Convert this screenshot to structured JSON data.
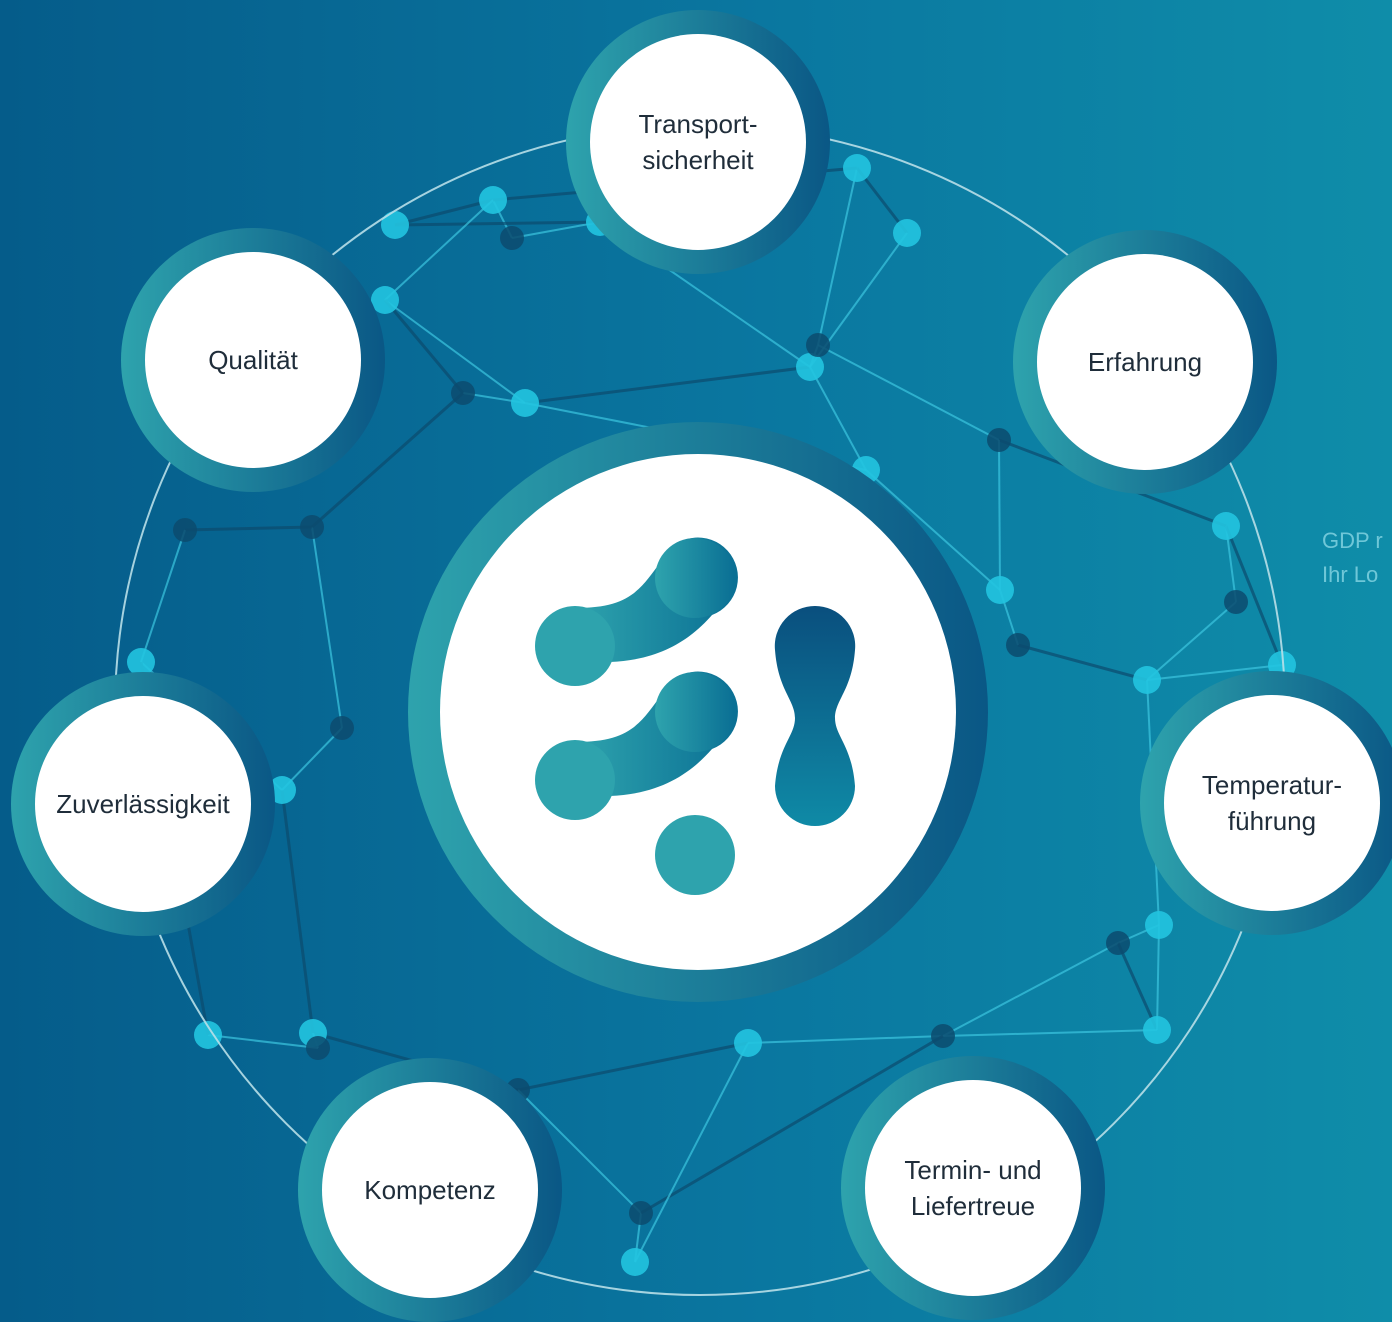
{
  "diagram": {
    "center_icon": "network-logo-icon",
    "nodes": [
      {
        "id": "transport",
        "lines": [
          "Transport-",
          "sicherheit"
        ]
      },
      {
        "id": "erfahrung",
        "lines": [
          "Erfahrung"
        ]
      },
      {
        "id": "temperatur",
        "lines": [
          "Temperatur-",
          "führung"
        ]
      },
      {
        "id": "termin",
        "lines": [
          "Termin- und",
          "Liefertreue"
        ]
      },
      {
        "id": "kompetenz",
        "lines": [
          "Kompetenz"
        ]
      },
      {
        "id": "zuverlaessigkeit",
        "lines": [
          "Zuverlässigkeit"
        ]
      },
      {
        "id": "qualitaet",
        "lines": [
          "Qualität"
        ]
      }
    ],
    "side_text": [
      "GDP r",
      "Ihr Lo"
    ]
  },
  "colors": {
    "bg_dark": "#055c8a",
    "bg_light": "#0f8da9",
    "teal": "#2ea3ad",
    "navy": "#0a5785",
    "node_dot_light": "#22c4e0",
    "node_dot_dark": "#0c4b6e",
    "line_light": "#3cc6e0",
    "ring": "#b8dfe8"
  }
}
